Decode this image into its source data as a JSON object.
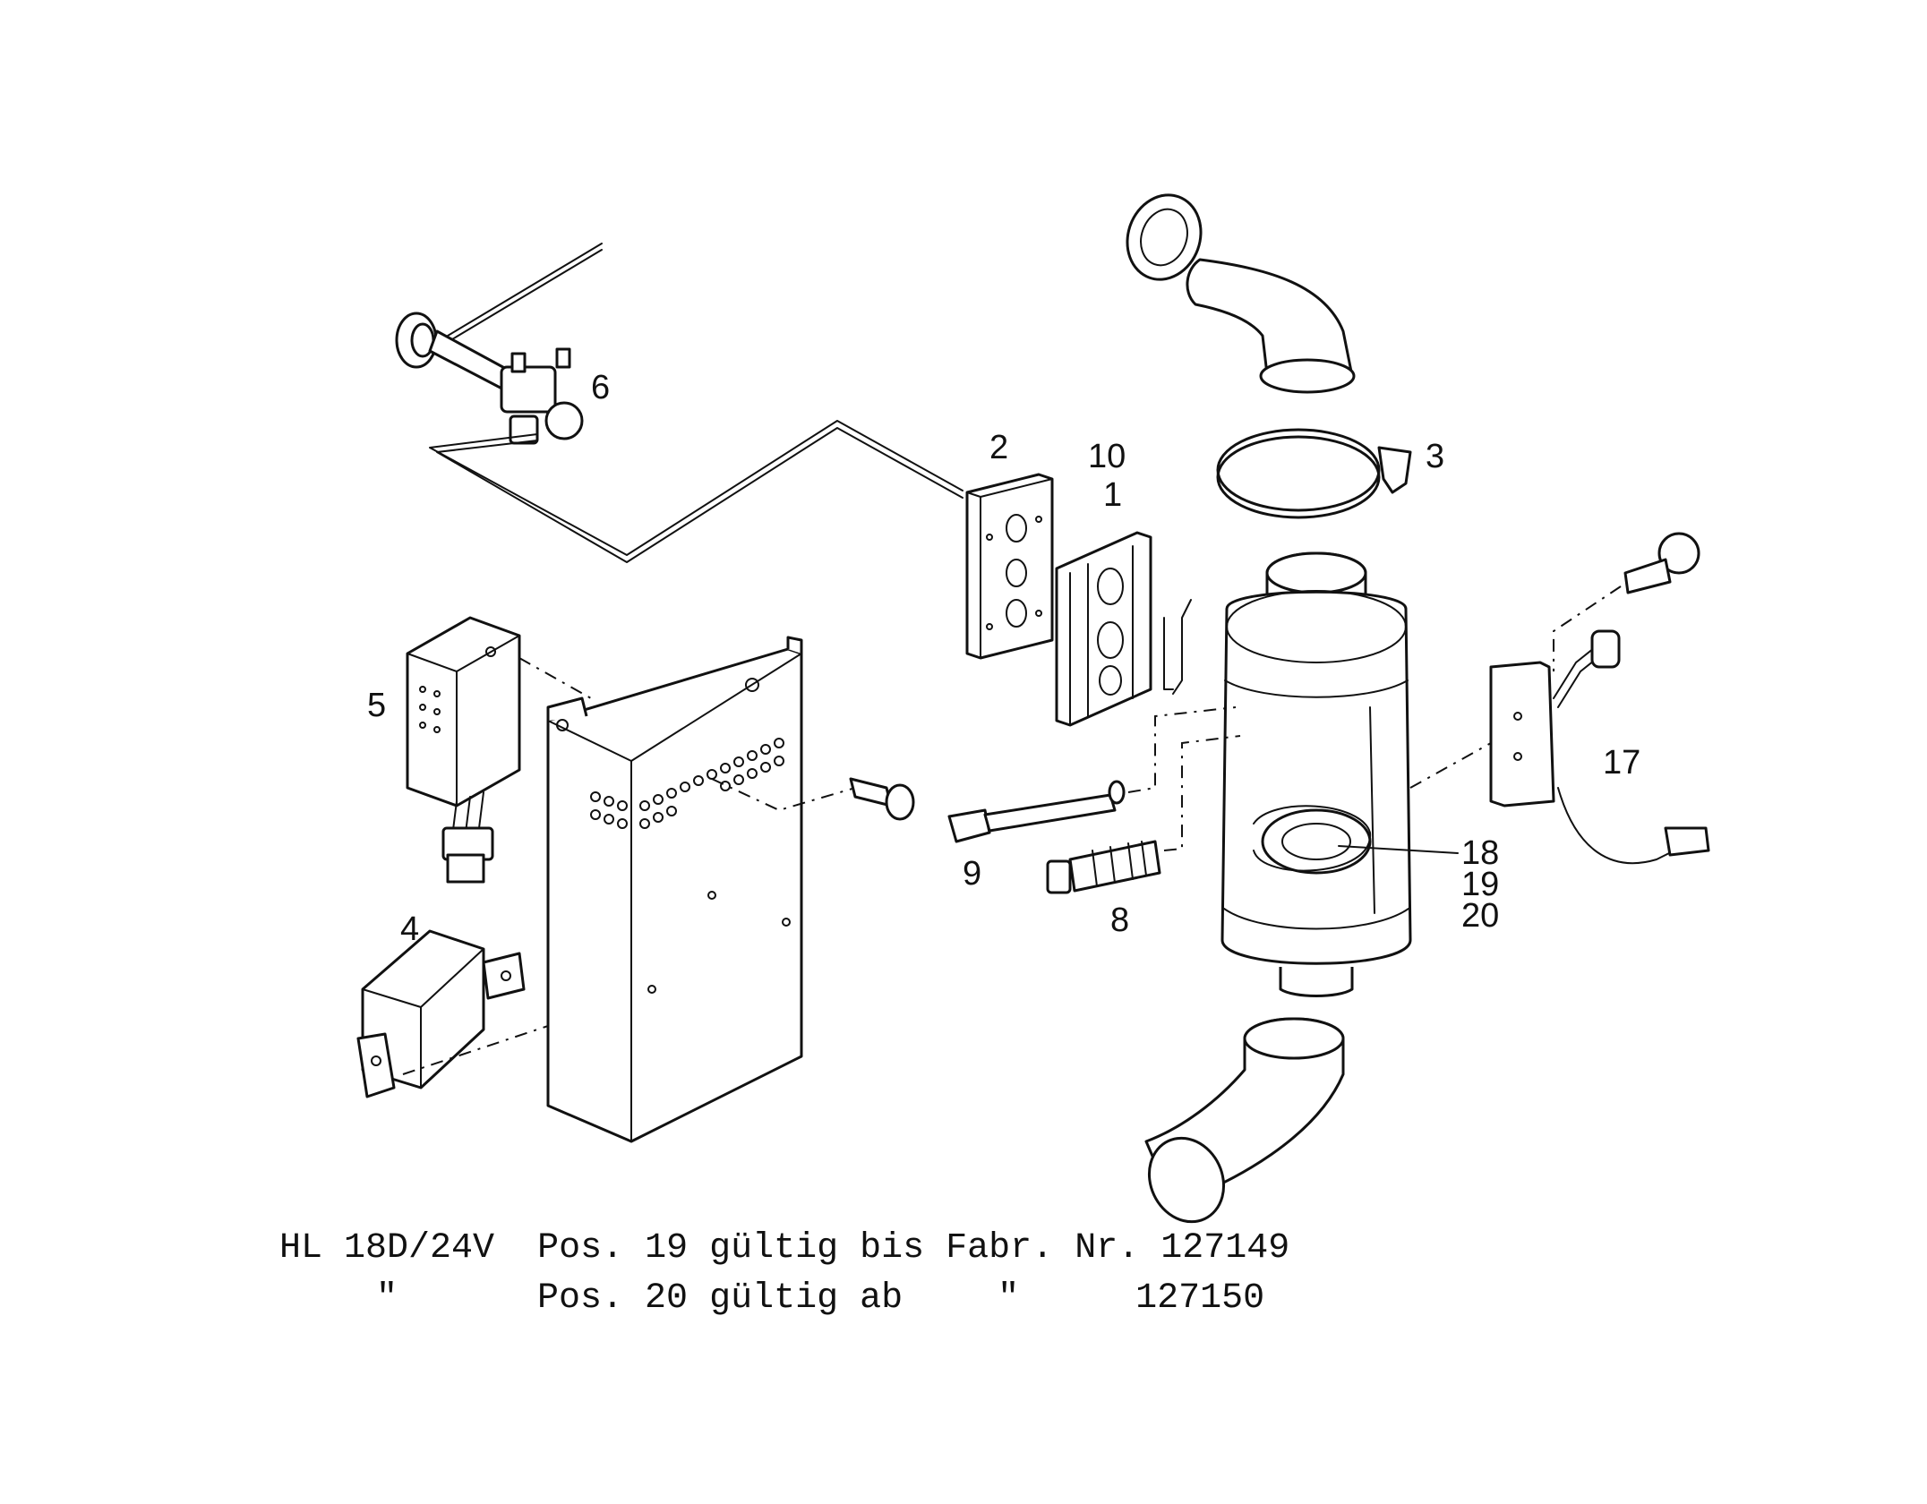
{
  "part_numbers": {
    "p1": "1",
    "p2": "2",
    "p3": "3",
    "p4": "4",
    "p5": "5",
    "p6": "6",
    "p8": "8",
    "p9": "9",
    "p10": "10",
    "p17": "17",
    "p18": "18",
    "p19": "19",
    "p20": "20"
  },
  "notes": {
    "line1": {
      "model": "HL 18D/24V",
      "pos": "Pos. 19",
      "text": "gültig bis",
      "label": "Fabr. Nr.",
      "number": "127149"
    },
    "line2": {
      "model": "\"",
      "pos": "Pos. 20",
      "text": "gültig ab",
      "label": "\"",
      "number": "127150"
    }
  }
}
